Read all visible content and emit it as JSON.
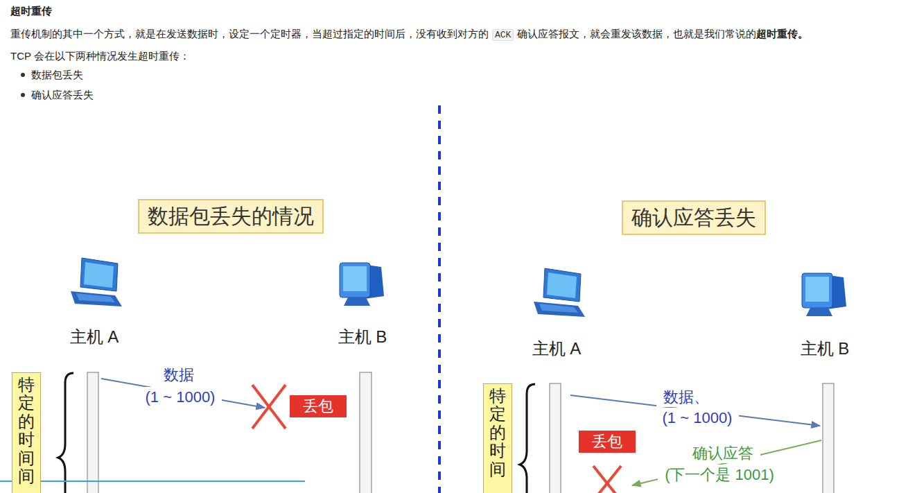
{
  "diagram": {
    "title": "超时重传",
    "nodes": [
      {
        "text": [
          "数据包丢失的情况"
        ]
      },
      {
        "text": [
          "确认应答丢失"
        ]
      },
      {
        "text": [
          "特定的时间间"
        ]
      },
      {
        "text": [
          "丢包"
        ]
      },
      {
        "text": [
          "特定的时间"
        ]
      },
      {
        "text": [
          "丢包"
        ]
      }
    ],
    "labels": [
      "重传机制的其中一个方式，就是在发送数据时，设定一个定时器，当超过指定的时间后，没有收到对方的",
      "ACK",
      "确认应答报文，就会重发该数据，也就是我们常说的",
      "超时重传。",
      "TCP 会在以下两种情况发生超时重传：",
      "数据包丢失",
      "确认应答丢失",
      "主机 A",
      "主机 B",
      "数据",
      "(1 ~ 1000)",
      "主机 A",
      "主机 B",
      "数据、",
      "(1 ~ 1000)",
      "确认应答",
      "(下一个是 1001)"
    ]
  }
}
